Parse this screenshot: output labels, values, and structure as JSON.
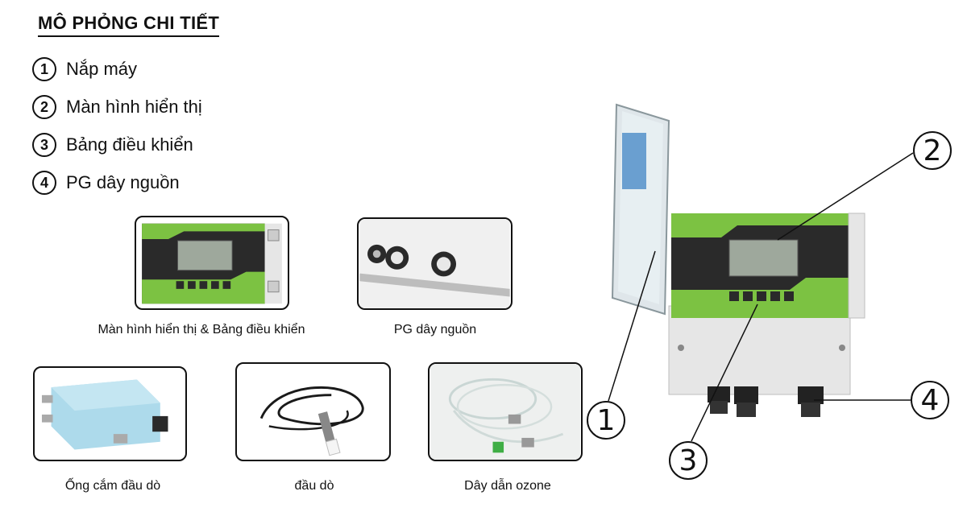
{
  "title": "MÔ PHỎNG CHI TIẾT",
  "legend": [
    {
      "num": "1",
      "label": "Nắp máy"
    },
    {
      "num": "2",
      "label": "Màn hình hiển thị"
    },
    {
      "num": "3",
      "label": "Bảng điều khiển"
    },
    {
      "num": "4",
      "label": "PG dây nguồn"
    }
  ],
  "panels": [
    {
      "caption": "Màn hình hiển thị & Bảng điều khiển"
    },
    {
      "caption": "PG dây nguồn"
    },
    {
      "caption": "Ống cắm đầu dò"
    },
    {
      "caption": "đầu dò"
    },
    {
      "caption": "Dây dẫn ozone"
    }
  ],
  "callouts": [
    "1",
    "2",
    "3",
    "4"
  ],
  "colors": {
    "accent_green": "#7cc242",
    "panel_dark": "#2a2a2a",
    "screen": "#9ea89c",
    "housing": "#e6e6e6"
  }
}
